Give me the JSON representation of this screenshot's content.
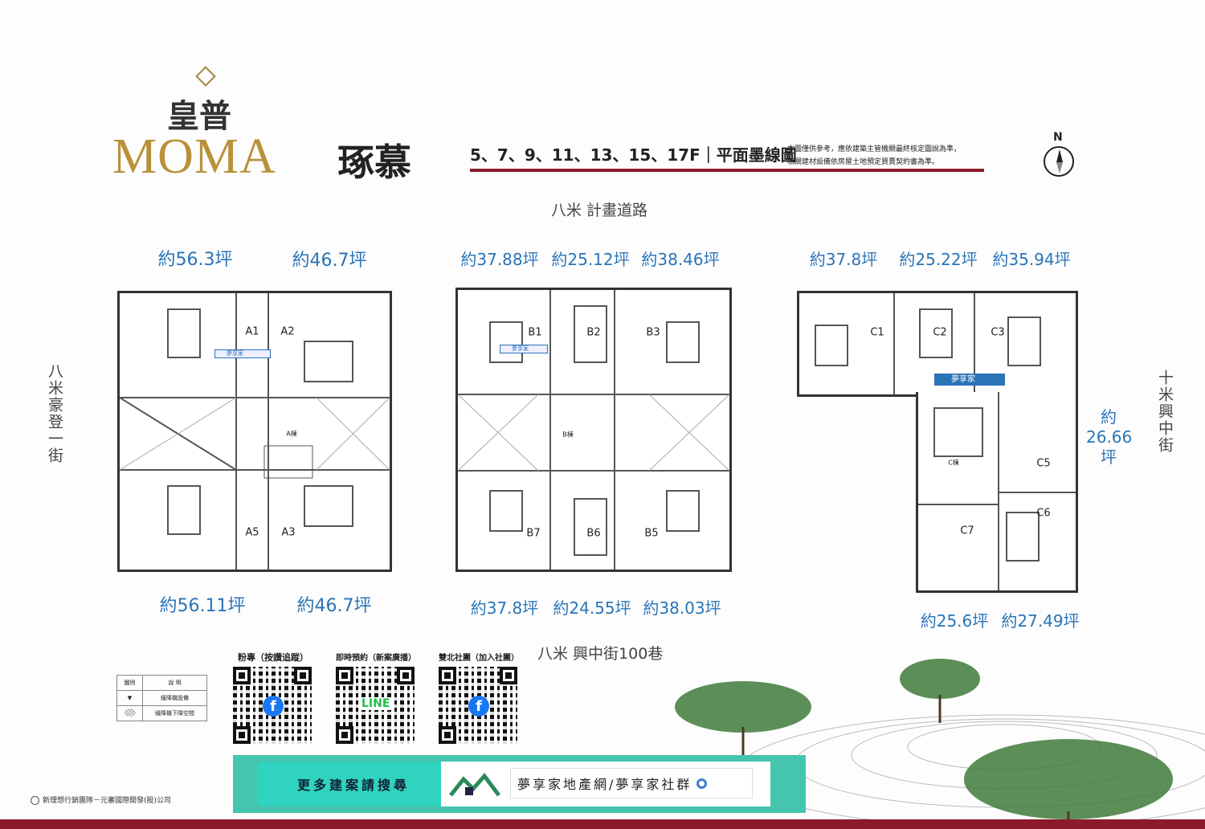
{
  "brand": {
    "top": "皇普",
    "name": "MOMA",
    "project": "琢慕"
  },
  "header": {
    "title": "5、7、9、11、13、15、17F｜平面墨線圖",
    "note_line1": "本圖僅供參考，應依建築主管機關最終核定圖說為準，",
    "note_line2": "相關建材設備依房屋土地預定買賣契約書為準。",
    "compass": "N"
  },
  "roads": {
    "top": "八米 計畫道路",
    "left": "八米豪登一街",
    "right": "十米興中街",
    "bottom": "八米 興中街100巷"
  },
  "plan_a": {
    "top_areas": [
      "約56.3坪",
      "約46.7坪"
    ],
    "bottom_areas": [
      "約56.11坪",
      "約46.7坪"
    ],
    "units": [
      "A1",
      "A2",
      "A5",
      "A3"
    ],
    "core": "A棟"
  },
  "plan_b": {
    "top_areas": [
      "約37.88坪",
      "約25.12坪",
      "約38.46坪"
    ],
    "bottom_areas": [
      "約37.8坪",
      "約24.55坪",
      "約38.03坪"
    ],
    "units": [
      "B1",
      "B2",
      "B3",
      "B7",
      "B6",
      "B5"
    ],
    "core": "B棟"
  },
  "plan_c": {
    "top_areas": [
      "約37.8坪",
      "約25.22坪",
      "約35.94坪"
    ],
    "side_area": [
      "約",
      "26.66",
      "坪"
    ],
    "bottom_areas": [
      "約25.6坪",
      "約27.49坪"
    ],
    "units": [
      "C1",
      "C2",
      "C3",
      "C5",
      "C6",
      "C7"
    ],
    "core": "C棟"
  },
  "tag": "夢享家",
  "legend": {
    "headers": [
      "圖例",
      "說 明"
    ],
    "rows": [
      "緩降機設備",
      "緩降機下降空間"
    ]
  },
  "qr": [
    {
      "label": "粉專（按讚追蹤）",
      "badge": "f"
    },
    {
      "label": "即時預約（新案廣播）",
      "badge": "LINE"
    },
    {
      "label": "雙北社團（加入社團）",
      "badge": "f"
    }
  ],
  "banner": {
    "left": "更多建案請搜尋",
    "search": "夢享家地產網/夢享家社群"
  },
  "footer": {
    "company": "新理想行銷團隊－元審國際開發(股)公司"
  },
  "colors": {
    "accent": "#2a74b8",
    "red": "#8b1a2a",
    "teal": "#3cc9b4",
    "gold": "#b8913a"
  }
}
